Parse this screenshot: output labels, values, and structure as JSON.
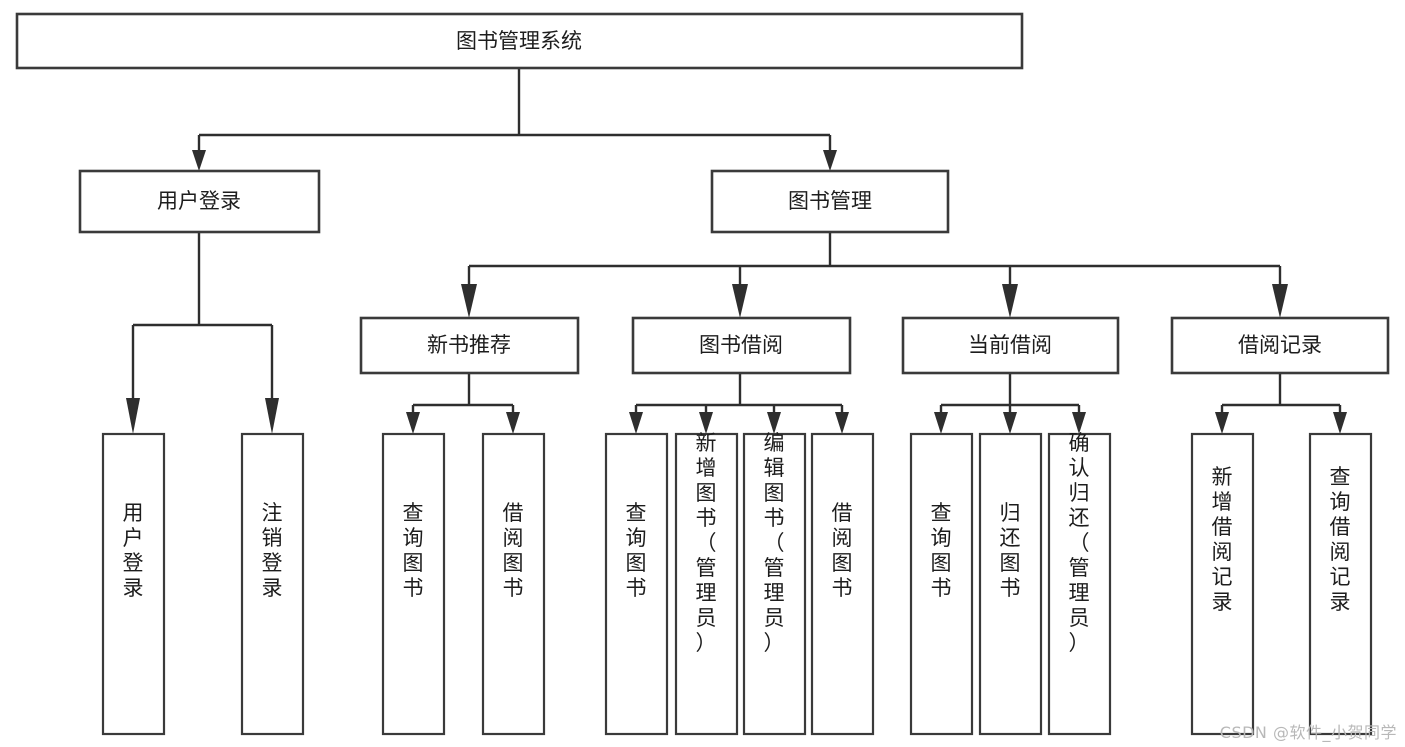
{
  "diagram": {
    "type": "tree",
    "title_node": {
      "label": "图书管理系统"
    },
    "level2": [
      {
        "label": "用户登录"
      },
      {
        "label": "图书管理"
      }
    ],
    "level3": [
      {
        "label": "新书推荐"
      },
      {
        "label": "图书借阅"
      },
      {
        "label": "当前借阅"
      },
      {
        "label": "借阅记录"
      }
    ],
    "leaves": {
      "user_login": [
        {
          "label": "用户登录"
        },
        {
          "label": "注销登录"
        }
      ],
      "new_book_recommend": [
        {
          "label": "查询图书"
        },
        {
          "label": "借阅图书"
        }
      ],
      "book_borrow": [
        {
          "label": "查询图书"
        },
        {
          "label": "新增图书（管理员）"
        },
        {
          "label": "编辑图书（管理员）"
        },
        {
          "label": "借阅图书"
        }
      ],
      "current_borrow": [
        {
          "label": "查询图书"
        },
        {
          "label": "归还图书"
        },
        {
          "label": "确认归还（管理员）"
        }
      ],
      "borrow_record": [
        {
          "label": "新增借阅记录"
        },
        {
          "label": "查询借阅记录"
        }
      ]
    }
  },
  "watermark": {
    "text": "CSDN @软件_小贺同学"
  },
  "colors": {
    "stroke": "#3a3a3a",
    "connector": "#2e2e2e",
    "background": "#ffffff",
    "text": "#1d1d1d",
    "watermark": "#b8b8b8"
  }
}
